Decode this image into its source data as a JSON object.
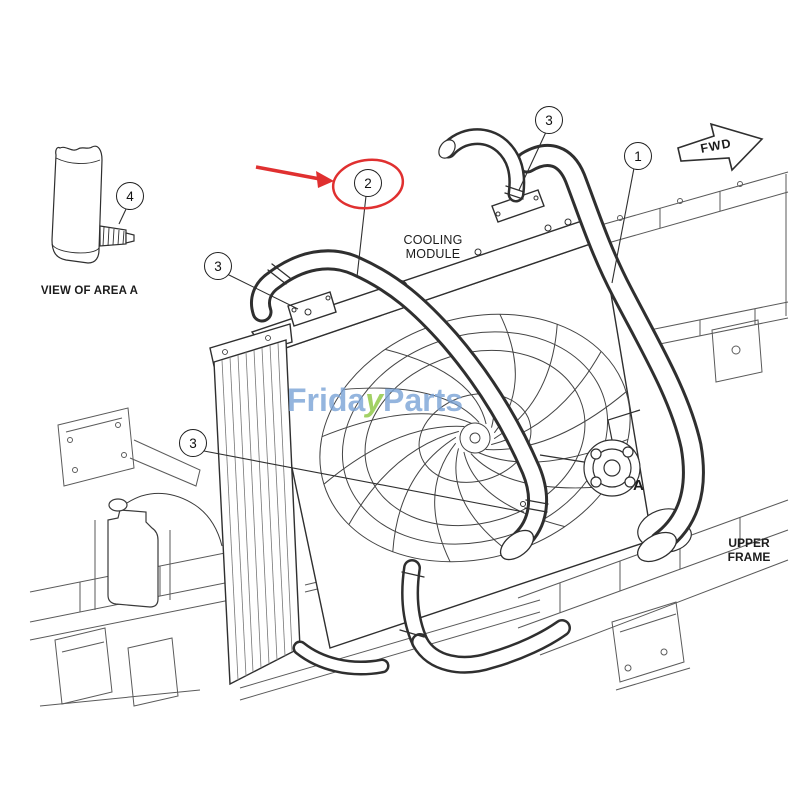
{
  "labels": {
    "cooling_module_line1": "COOLING",
    "cooling_module_line2": "MODULE",
    "view_of_area_a": "VIEW OF AREA A",
    "upper_frame_line1": "UPPER",
    "upper_frame_line2": "FRAME",
    "fwd": "FWD",
    "area_a": "A"
  },
  "callouts": [
    {
      "number": "4"
    },
    {
      "number": "2",
      "highlighted": true
    },
    {
      "number": "3"
    },
    {
      "number": "1"
    },
    {
      "number": "3"
    },
    {
      "number": "3"
    }
  ],
  "watermark": {
    "segment1": "Frida",
    "segment2": "y",
    "segment3": "Parts"
  },
  "colors": {
    "highlight": "#e03030",
    "watermark_blue": "#7aa3d6",
    "watermark_green": "#8cc63f",
    "line": "#2f2f2f"
  }
}
